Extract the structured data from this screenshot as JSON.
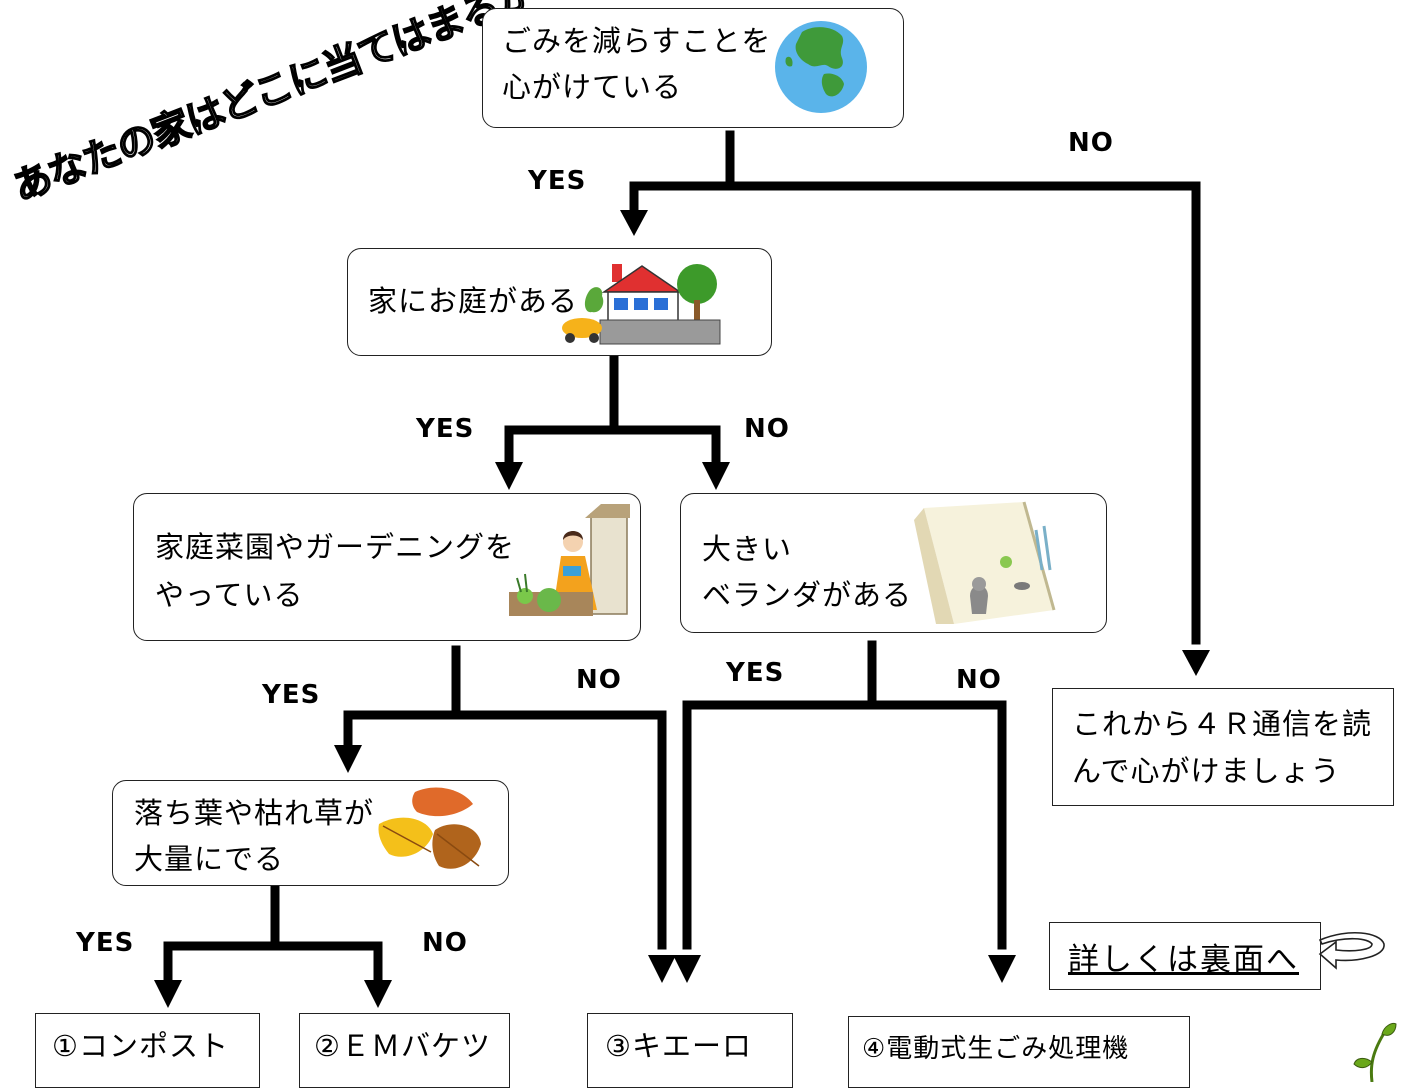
{
  "title": "あなたの家はどこに当てはまるかな？",
  "nodes": {
    "q1": {
      "line1": "ごみを減らすことを",
      "line2": "心がけている"
    },
    "q2": {
      "line1": "家にお庭がある"
    },
    "q3": {
      "line1": "家庭菜園やガーデニングを",
      "line2": "やっている"
    },
    "q4": {
      "line1": "大きい",
      "line2": "ベランダがある"
    },
    "q5": {
      "line1": "落ち葉や枯れ草が",
      "line2": "大量にでる"
    },
    "r0": {
      "line1": "これから４Ｒ通信を読",
      "line2": "んで心がけましょう"
    }
  },
  "results": {
    "r1": "①コンポスト",
    "r2": "②ＥＭバケツ",
    "r3": "③キエーロ",
    "r4": "④電動式生ごみ処理機"
  },
  "labels": {
    "yes": "YES",
    "no": "NO"
  },
  "link": "詳しくは裏面へ"
}
